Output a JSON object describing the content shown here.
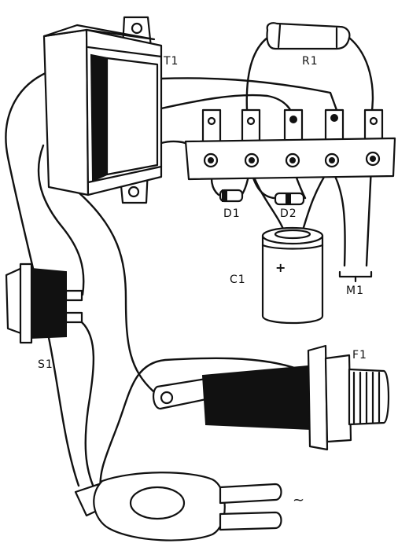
{
  "labels": {
    "transformer": "T1",
    "resistor": "R1",
    "diode1": "D1",
    "diode2": "D2",
    "capacitor": "C1",
    "capacitor_polarity": "+",
    "meter": "M1",
    "switch": "S1",
    "fuse": "F1",
    "ac_symbol": "~"
  }
}
